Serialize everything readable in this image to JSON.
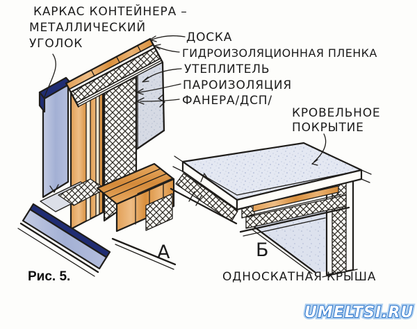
{
  "figure": {
    "note": {
      "line1": "КАРКАС КОНТЕЙНЕРА –",
      "line2": "МЕТАЛЛИЧЕСКИЙ",
      "line3": "УГОЛОК"
    },
    "callouts": {
      "board": "ДОСКА",
      "film": "ГИДРОИЗОЛЯЦИОННАЯ ПЛЕНКА",
      "insulation": "УТЕПЛИТЕЛЬ",
      "vapor": "ПАРОИЗОЛЯЦИЯ",
      "plywood": "ФАНЕРА/ДСП/",
      "roof_cover1": "КРОВЕЛЬНОЕ",
      "roof_cover2": "ПОКРЫТИЕ"
    },
    "details": {
      "a": "А",
      "b": "Б",
      "b_caption": "ОДНОСКАТНАЯ КРЫША"
    },
    "caption": "Рис. 5.",
    "watermark": "UMELTSI.RU",
    "colors": {
      "ink": "#1f1d1a",
      "wood": "#dd9440",
      "wood_light": "#eebd85",
      "navy": "#202d73",
      "panel_blue": "#aab6d8",
      "panel_blue_light": "#c3cbe3",
      "surface_gray": "#d6dae4",
      "roof_gray": "#e4e8f2",
      "speckle": "#8f9bb8",
      "watermark_blue": "#1263c4",
      "watermark_halo": "#aecfef",
      "paper": "#fdfdfb"
    }
  }
}
